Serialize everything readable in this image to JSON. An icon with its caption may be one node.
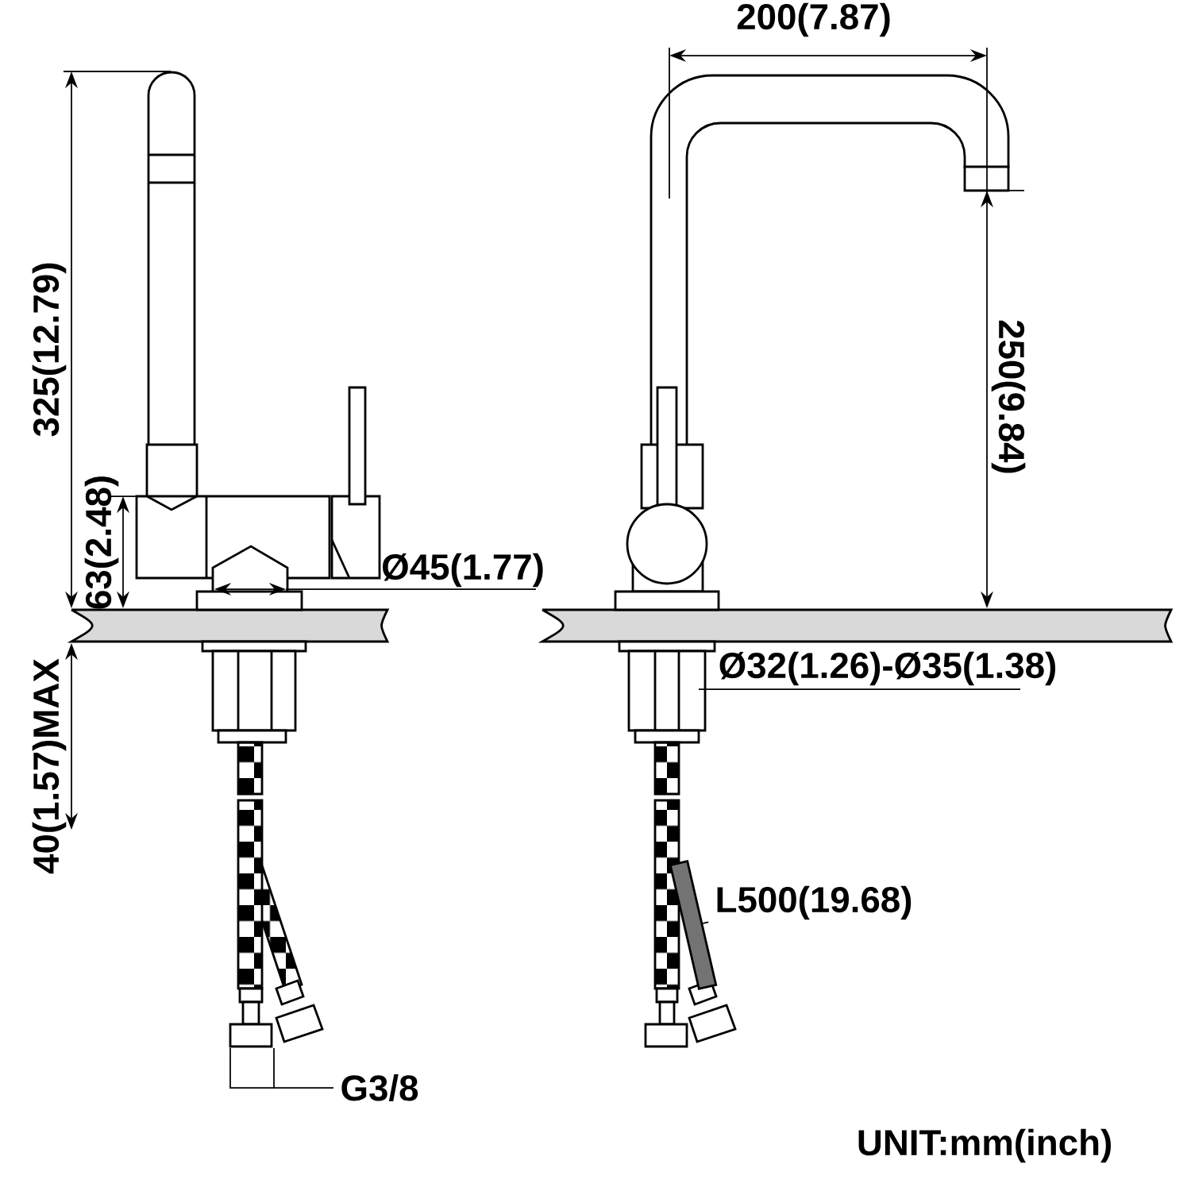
{
  "diagram": {
    "nodes": [
      {
        "text": [
          "L500(19.68)"
        ]
      },
      {
        "text": [],
        "shape": "bar"
      }
    ],
    "edges": [
      {
        "from": 0,
        "to": 1,
        "arrow": "none"
      }
    ],
    "labels": [
      "200(7.87)",
      "325(12.79)",
      "250(9.84)",
      "63(2.48)",
      "Ø45(1.77)",
      "Ø32(1.26)-Ø35(1.38)",
      "40(1.57)MAX",
      "G3/8",
      "UNIT:mm(inch)"
    ]
  }
}
